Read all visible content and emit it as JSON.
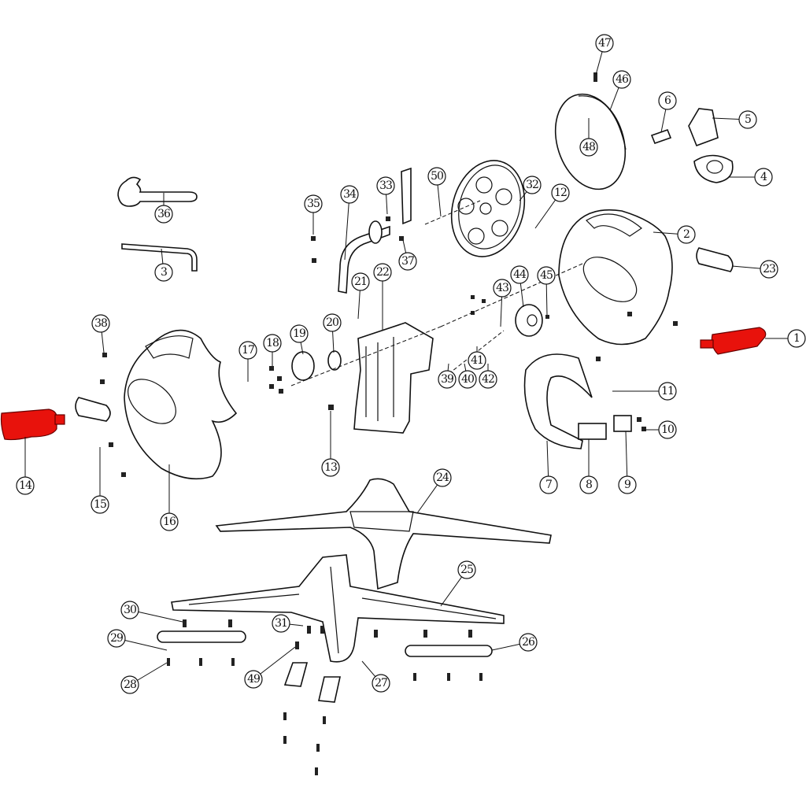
{
  "diagram": {
    "type": "exploded-parts-diagram",
    "highlight_color": "#e8120c",
    "highlighted_parts": [
      "1",
      "14"
    ],
    "callouts": [
      "47",
      "46",
      "6",
      "5",
      "48",
      "4",
      "33",
      "50",
      "32",
      "12",
      "34",
      "35",
      "36",
      "3",
      "2",
      "23",
      "37",
      "43",
      "44",
      "45",
      "21",
      "22",
      "38",
      "20",
      "19",
      "18",
      "17",
      "1",
      "39",
      "40",
      "41",
      "42",
      "11",
      "10",
      "14",
      "13",
      "7",
      "8",
      "9",
      "15",
      "16",
      "24",
      "25",
      "30",
      "31",
      "29",
      "26",
      "28",
      "49",
      "27"
    ]
  }
}
